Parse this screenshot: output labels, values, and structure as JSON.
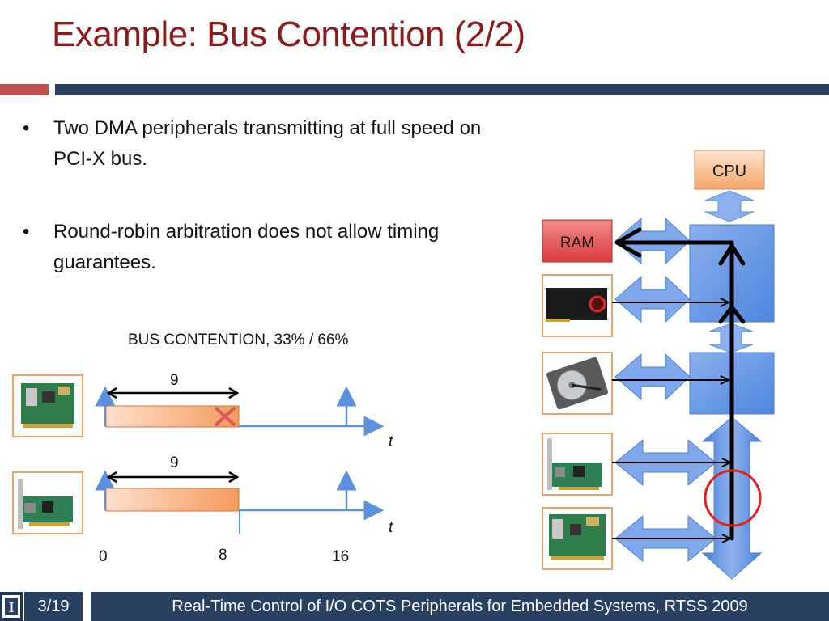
{
  "slide": {
    "title": "Example: Bus Contention (2/2)",
    "bullets": [
      "Two DMA peripherals transmitting at full speed on PCI-X bus.",
      "Round-robin arbitration does not allow timing guarantees."
    ],
    "bullet_glyph": "•"
  },
  "timing_chart": {
    "caption": "BUS CONTENTION, 33% / 66%",
    "rows": [
      {
        "duration_label": "9",
        "axis_label": "t",
        "bar_start": 0,
        "bar_end": 8,
        "blocked": true
      },
      {
        "duration_label": "9",
        "axis_label": "t",
        "bar_start": 0,
        "bar_end": 8,
        "blocked": false
      }
    ],
    "ticks": [
      "0",
      "8",
      "16"
    ]
  },
  "architecture": {
    "cpu_label": "CPU",
    "ram_label": "RAM",
    "devices": [
      "graphics-card",
      "hard-disk",
      "network-card",
      "io-card"
    ],
    "contention_marker": "red-circle"
  },
  "footer": {
    "page": "3/19",
    "text": "Real-Time Control of I/O COTS Peripherals for Embedded Systems, RTSS 2009",
    "logo_letter": "I"
  },
  "colors": {
    "title": "#8b1a1a",
    "footer_bg": "#2a4060",
    "accent_red": "#c0504d",
    "bus_blue": "#5b8fe0",
    "orange_bar": "#f4a46a",
    "device_border": "#f0a060"
  }
}
